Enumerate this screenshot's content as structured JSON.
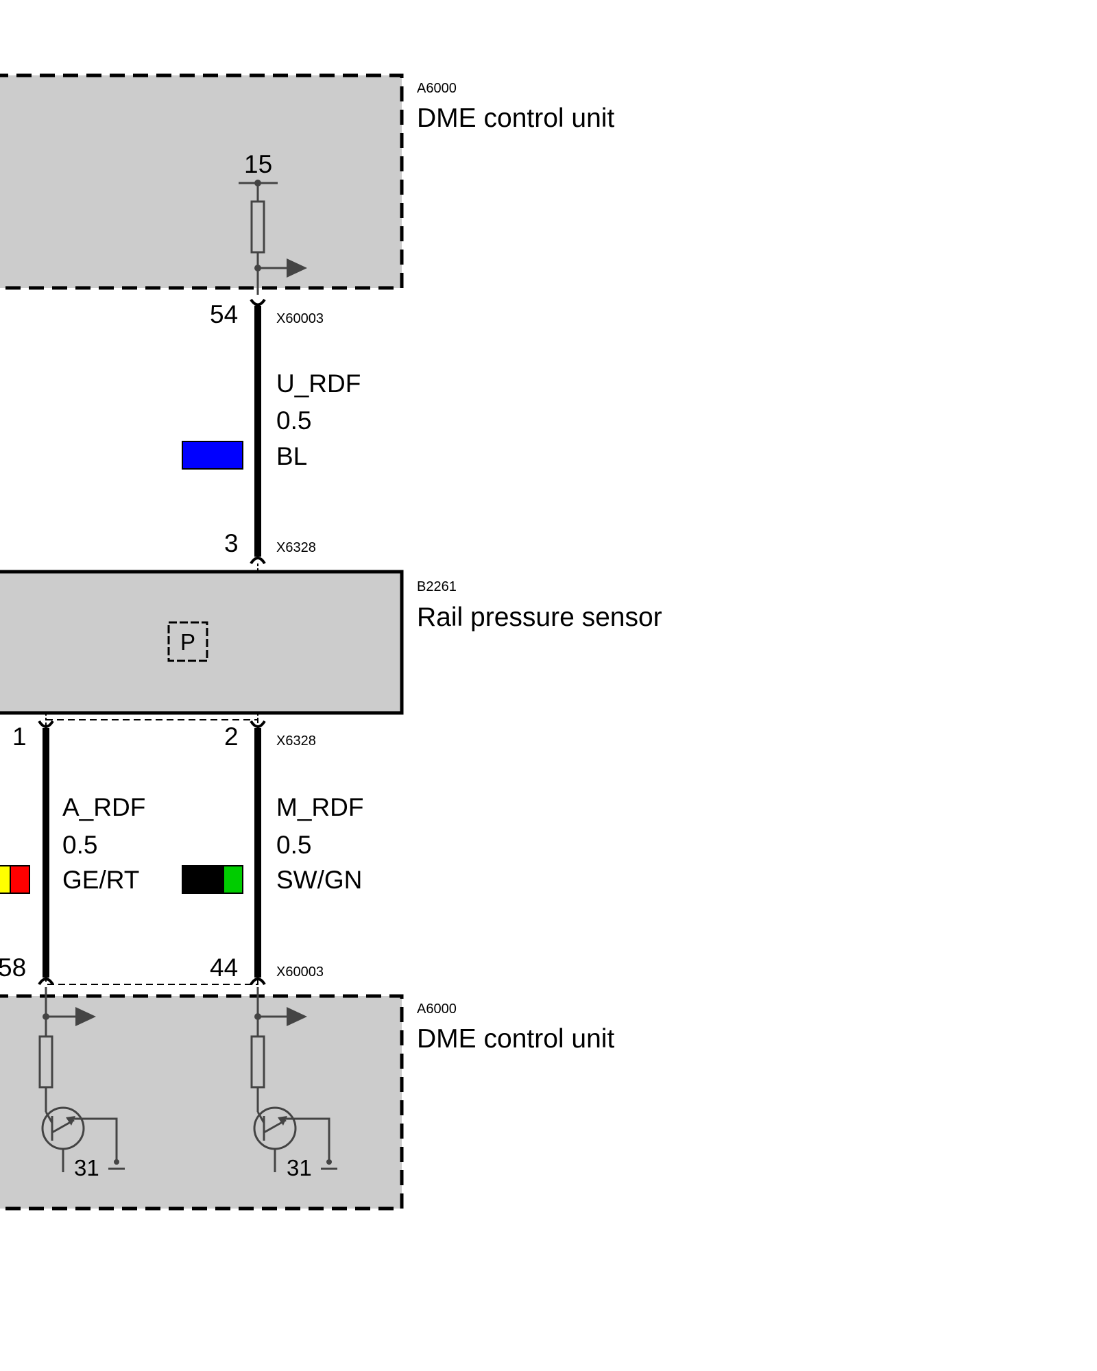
{
  "components": {
    "dme_top": {
      "code": "A6000",
      "name": "DME control unit",
      "terminal": "15"
    },
    "sensor": {
      "code": "B2261",
      "name": "Rail pressure sensor",
      "symbol": "P"
    },
    "dme_bottom": {
      "code": "A6000",
      "name": "DME control unit",
      "ground_left": "31",
      "ground_right": "31"
    }
  },
  "connectors": {
    "top": {
      "pin": "54",
      "id": "X60003"
    },
    "sensor_top": {
      "pin": "3",
      "id": "X6328"
    },
    "sensor_bottom_left": {
      "pin": "1"
    },
    "sensor_bottom_right": {
      "pin": "2",
      "id": "X6328"
    },
    "bottom_left": {
      "pin": "58"
    },
    "bottom_right": {
      "pin": "44",
      "id": "X60003"
    }
  },
  "wires": {
    "u_rdf": {
      "signal": "U_RDF",
      "size": "0.5",
      "color_code": "BL",
      "colors": [
        "#0000ff"
      ]
    },
    "a_rdf": {
      "signal": "A_RDF",
      "size": "0.5",
      "color_code": "GE/RT",
      "colors": [
        "#ffff00",
        "#ff0000"
      ]
    },
    "m_rdf": {
      "signal": "M_RDF",
      "size": "0.5",
      "color_code": "SW/GN",
      "colors": [
        "#000000",
        "#00cc00"
      ]
    }
  },
  "colors": {
    "box_fill": "#cccccc",
    "line": "#000000",
    "symbol": "#444444"
  }
}
